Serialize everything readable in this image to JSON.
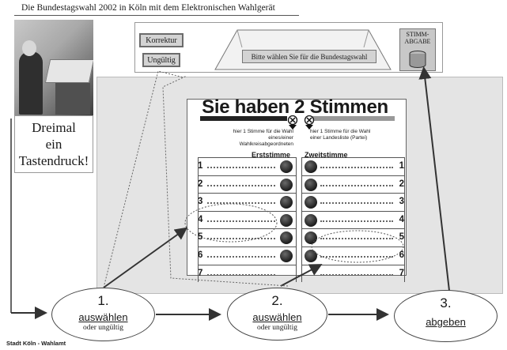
{
  "header": {
    "title": "Die Bundestagswahl 2002 in Köln mit dem Elektronischen Wahlgerät"
  },
  "sidebar": {
    "note": "Dreimal\nein\nTastendruck!"
  },
  "device": {
    "korrektur_label": "Korrektur",
    "ungueltig_label": "Ungültig",
    "hint": "Bitte wählen Sie für die Bundestagswahl",
    "stimmabgabe_label": "STIMM-\nABGABE"
  },
  "ballot": {
    "title": "Sie haben 2 Stimmen",
    "left_instruction": "hier 1 Stimme für die Wahl\neines/einer\nWahlkreisabgeordneten",
    "right_instruction": "hier 1 Stimme für die Wahl\neiner Landesliste (Partei)",
    "left_column": "Erststimme",
    "right_column": "Zweitstimme",
    "rows": [
      "1",
      "2",
      "3",
      "4",
      "5",
      "6",
      "7"
    ]
  },
  "steps": [
    {
      "number": "1.",
      "action": "auswählen",
      "option": "oder ungültig"
    },
    {
      "number": "2.",
      "action": "auswählen",
      "option": "oder ungültig"
    },
    {
      "number": "3.",
      "action": "abgeben",
      "option": ""
    }
  ],
  "footer": {
    "text": "Stadt Köln - Wahlamt"
  }
}
